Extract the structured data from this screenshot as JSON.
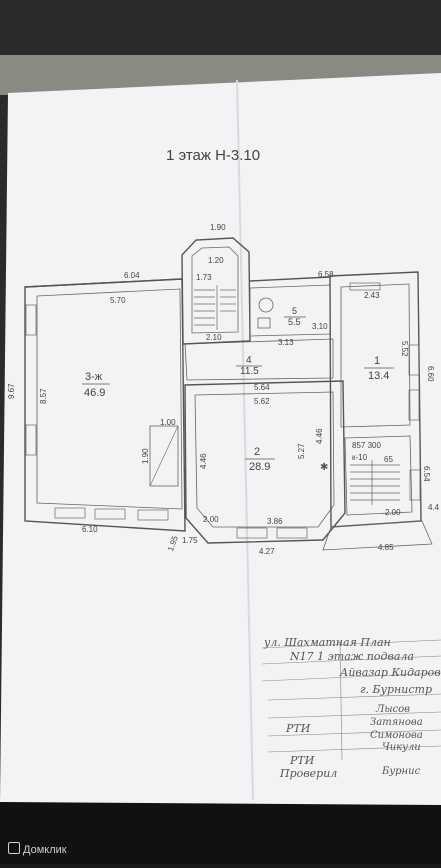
{
  "plan": {
    "title": "1 этаж Н-3.10",
    "rooms": [
      {
        "no": "1",
        "area": "13.4"
      },
      {
        "no": "2",
        "area": "28.9"
      },
      {
        "no": "3-ж",
        "area": "46.9"
      },
      {
        "no": "4",
        "area": "11.5"
      },
      {
        "no": "5",
        "area": "5.5"
      }
    ],
    "stair": {
      "label": "857 300",
      "k": "к-10",
      "val": "65"
    },
    "dims": {
      "top_left": "6.04",
      "left_inner": "5.70",
      "left_outer": "9.67",
      "left_mid": "8.57",
      "bottom_left": "6.10",
      "top_right": "6.58",
      "right_inner": "2.43",
      "right_side": "5.52",
      "right_outer": "6.60",
      "c1": "5.64",
      "c2": "5.62",
      "c3": "5.27",
      "c4": "4.46",
      "c5": "4.46",
      "c6": "3.86",
      "bottom_mid": "4.27",
      "bottom_right": "4.85",
      "stair_top": "1.90",
      "stair_mid": "1.20",
      "stair_low": "1.73",
      "b1": "2.10",
      "b2": "3.13",
      "b3": "3.10",
      "pl": "1.00",
      "pm": "1.90",
      "s1": "1.95",
      "s2": "1.75",
      "s3": "2.00",
      "s4": "2.00",
      "s5": "4.4",
      "s6": "6.54"
    }
  },
  "stamp": {
    "line1": "ул. Шахматная   План",
    "line2": "N17   1 этаж подвала",
    "line3": "Айвазар Кидаров",
    "line4": "г. Бурнистр",
    "sig1": "Лысов",
    "sig2": "Затянова",
    "sig3": "Симонова",
    "sig4": "Чикули",
    "label_rti": "РТИ",
    "label_rti2": "РТИ",
    "label_check": "Проверил",
    "sig5": "Бурнис"
  },
  "watermark": "Домклик"
}
